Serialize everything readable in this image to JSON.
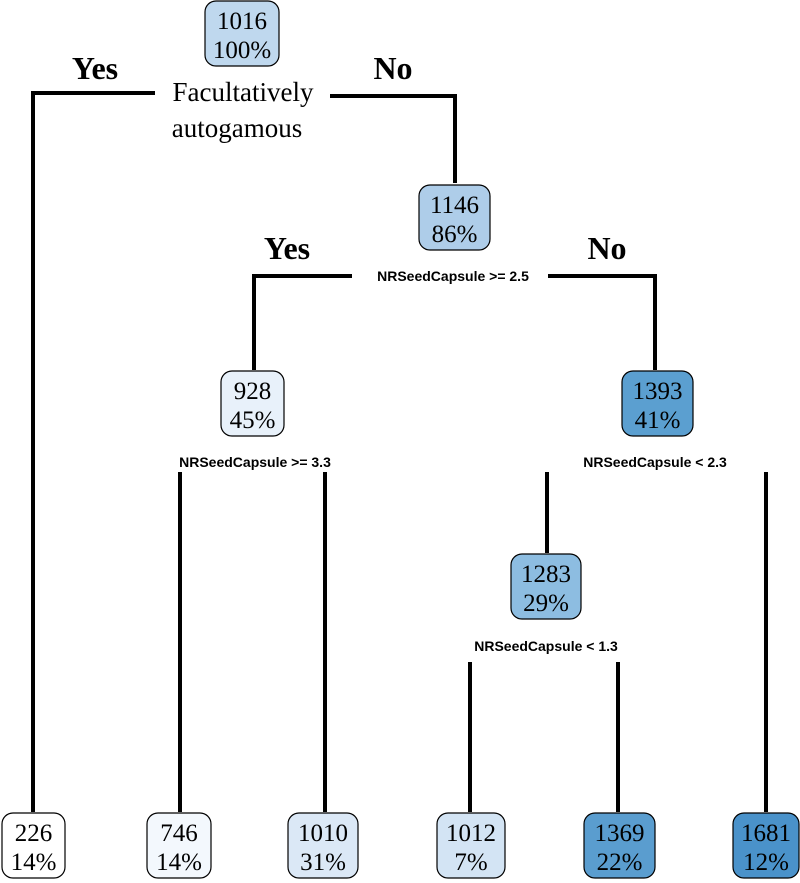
{
  "nodes": [
    {
      "id": "root",
      "value": "1016",
      "pct": "100%",
      "color": "#bfd8ee"
    },
    {
      "id": "n1146",
      "value": "1146",
      "pct": "86%",
      "color": "#aecde9"
    },
    {
      "id": "n928",
      "value": "928",
      "pct": "45%",
      "color": "#e8f1fa"
    },
    {
      "id": "n1393",
      "value": "1393",
      "pct": "41%",
      "color": "#5b9fd0"
    },
    {
      "id": "n1283",
      "value": "1283",
      "pct": "29%",
      "color": "#8dbde1"
    },
    {
      "id": "leaf226",
      "value": "226",
      "pct": "14%",
      "color": "#ffffff"
    },
    {
      "id": "leaf746",
      "value": "746",
      "pct": "14%",
      "color": "#f3f8fd"
    },
    {
      "id": "leaf1010",
      "value": "1010",
      "pct": "31%",
      "color": "#dbe8f6"
    },
    {
      "id": "leaf1012",
      "value": "1012",
      "pct": "7%",
      "color": "#d3e4f4"
    },
    {
      "id": "leaf1369",
      "value": "1369",
      "pct": "22%",
      "color": "#5a9dcf"
    },
    {
      "id": "leaf1681",
      "value": "1681",
      "pct": "12%",
      "color": "#4a92ca"
    }
  ],
  "splits": {
    "root_line1": "Facultatively",
    "root_line2": "autogamous",
    "n1146": "NRSeedCapsule >= 2.5",
    "n928": "NRSeedCapsule >= 3.3",
    "n1393": "NRSeedCapsule < 2.3",
    "n1283": "NRSeedCapsule < 1.3"
  },
  "branch_labels": {
    "root_yes": "Yes",
    "root_no": "No",
    "n1146_yes": "Yes",
    "n1146_no": "No"
  }
}
